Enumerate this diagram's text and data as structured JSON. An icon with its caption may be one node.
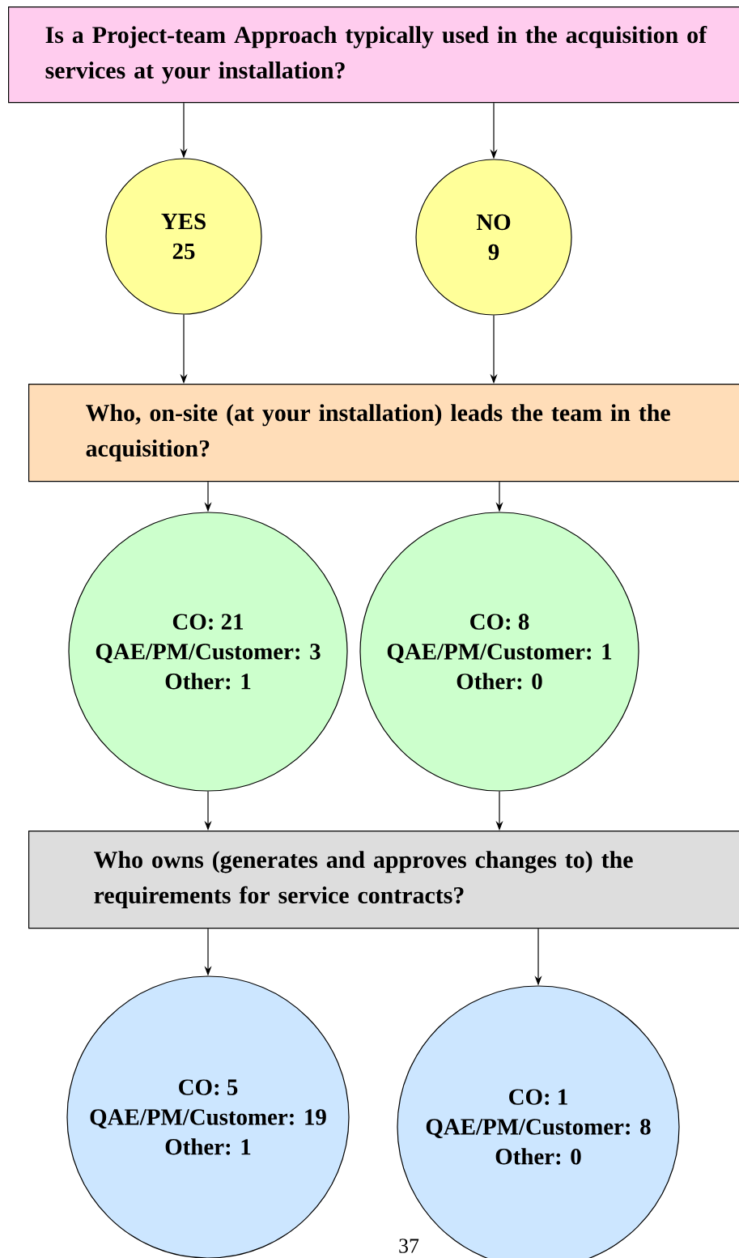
{
  "diagram": {
    "nodes": [
      {
        "text": [
          "Is a Project-team Approach typically used in the acquisition of services at your installation?"
        ]
      },
      {
        "text": [
          "YES",
          "25"
        ]
      },
      {
        "text": [
          "NO",
          "9"
        ]
      },
      {
        "text": [
          "Who, on-site (at your installation) leads the team in the acquisition?"
        ]
      },
      {
        "text": [
          "CO: 21",
          "QAE/PM/Customer: 3",
          "Other: 1"
        ]
      },
      {
        "text": [
          "CO: 8",
          "QAE/PM/Customer: 1",
          "Other: 0"
        ]
      },
      {
        "text": [
          "Who owns (generates and approves changes to) the requirements for service contracts?"
        ]
      },
      {
        "text": [
          "CO: 5",
          "QAE/PM/Customer: 19",
          "Other: 1"
        ]
      },
      {
        "text": [
          "CO: 1",
          "QAE/PM/Customer: 8",
          "Other: 0"
        ]
      }
    ],
    "edges": [
      {
        "from": 0,
        "to": 1,
        "arrow": "to"
      },
      {
        "from": 0,
        "to": 2,
        "arrow": "to"
      },
      {
        "from": 1,
        "to": 3,
        "arrow": "to"
      },
      {
        "from": 2,
        "to": 3,
        "arrow": "to"
      },
      {
        "from": 3,
        "to": 4,
        "arrow": "to"
      },
      {
        "from": 3,
        "to": 5,
        "arrow": "to"
      },
      {
        "from": 4,
        "to": 6,
        "arrow": "to"
      },
      {
        "from": 5,
        "to": 6,
        "arrow": "to"
      },
      {
        "from": 6,
        "to": 7,
        "arrow": "to"
      },
      {
        "from": 6,
        "to": 8,
        "arrow": "to"
      }
    ],
    "labels": [
      "37"
    ]
  }
}
